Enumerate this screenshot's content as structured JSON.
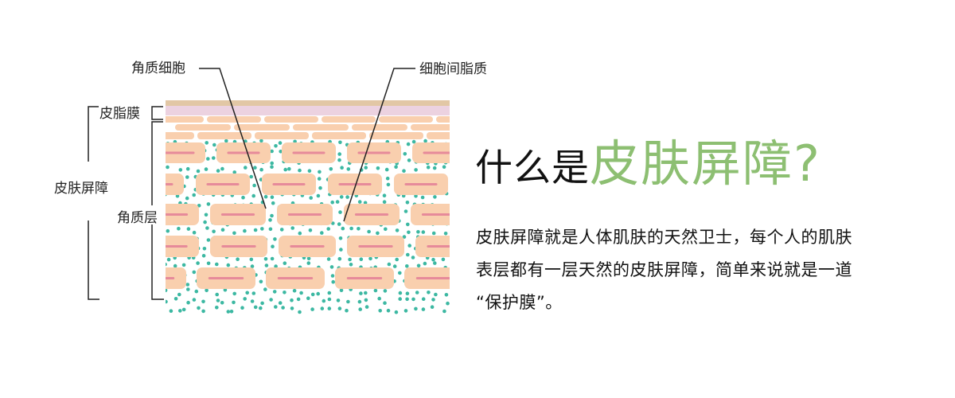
{
  "labels": {
    "corneocytes": "角质细胞",
    "lipids": "细胞间脂质",
    "sebum_film": "皮脂膜",
    "skin_barrier": "皮肤屏障",
    "stratum_corneum": "角质层"
  },
  "title": {
    "prefix": "什么是",
    "highlight": "皮肤屏障?"
  },
  "description": {
    "line1": "皮肤屏障就是人体肌肤的天然卫士，每个人的肌肤",
    "line2": "表层都有一层天然的皮肤屏障，简单来说就是一道",
    "line3": "“保护膜”。"
  },
  "colors": {
    "accent_green": "#8dbf72",
    "cell_fill": "#f9cfae",
    "nucleus": "#e68a9a",
    "dot": "#3cb8a2",
    "top_band": "#e2c7a5",
    "sebum_band": "#ecd2e0",
    "line": "#222222"
  }
}
